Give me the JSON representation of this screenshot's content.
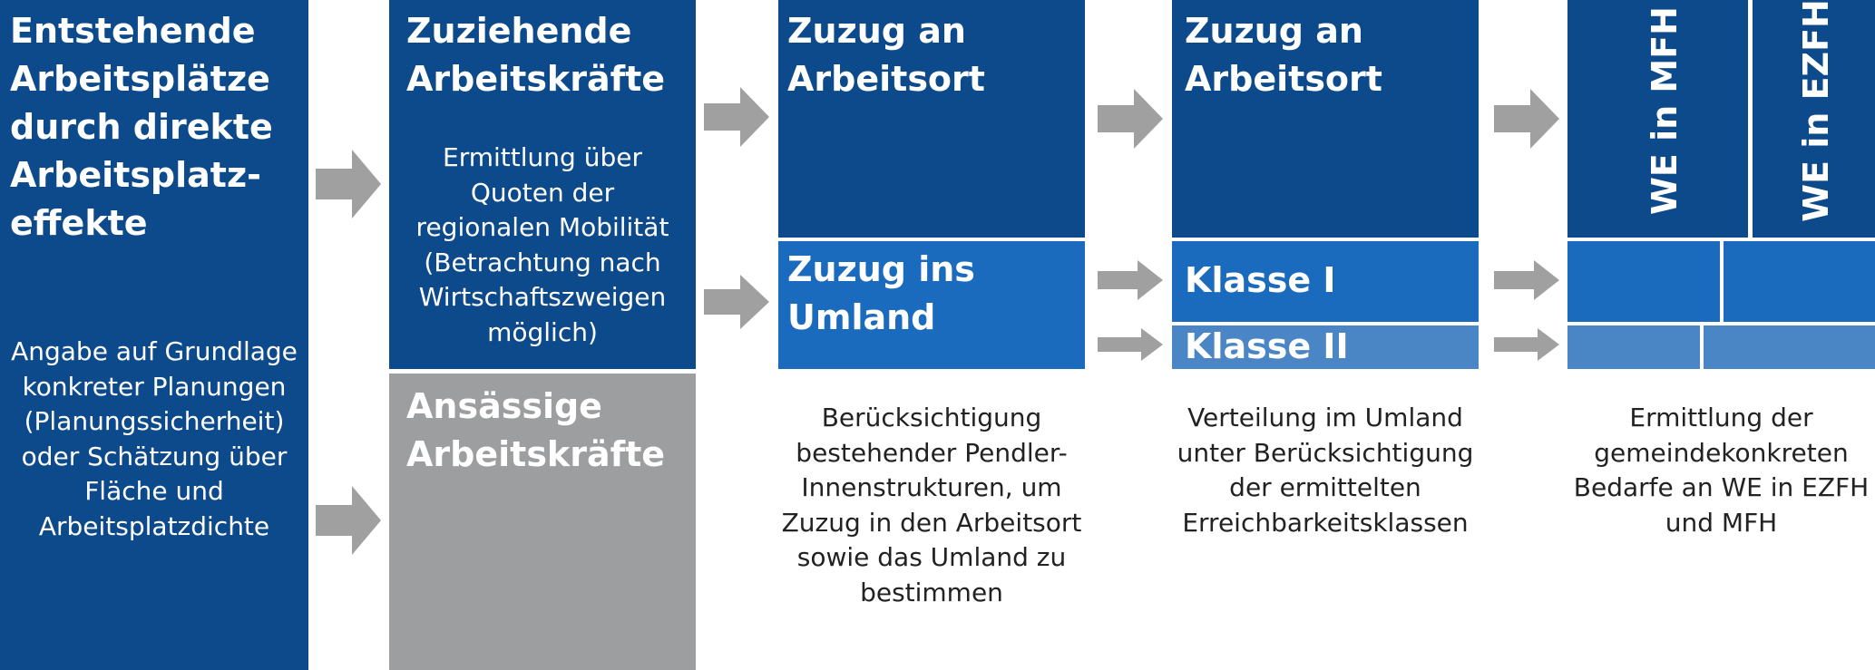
{
  "col1": {
    "title": "Entstehende\nArbeitsplätze\ndurch direkte\nArbeitsplatz-\neffekte",
    "body": "Angabe auf Grundlage\nkonkreter Planungen\n(Planungssicherheit)\noder Schätzung über\nFläche und\nArbeitsplatzdichte"
  },
  "col2": {
    "top_title": "Zuziehende\nArbeitskräfte",
    "top_body": "Ermittlung über\nQuoten der\nregionalen Mobilität\n(Betrachtung nach\nWirtschaftszweigen\nmöglich)",
    "bottom_title": "Ansässige\nArbeitskräfte"
  },
  "col3": {
    "top_title": "Zuzug an\nArbeitsort",
    "bottom_title": "Zuzug ins\nUmland",
    "desc": "Berücksichtigung\nbestehender Pendler-\nInnenstrukturen, um\nZuzug in den Arbeitsort\nsowie das Umland zu\nbestimmen"
  },
  "col4": {
    "top_title": "Zuzug an\nArbeitsort",
    "class1": "Klasse I",
    "class2": "Klasse II",
    "desc": "Verteilung im Umland\nunter Berücksichtigung\nder ermittelten\nErreichbarkeitsklassen"
  },
  "col5": {
    "mfh": "WE in MFH",
    "ezfh": "WE in EZFH",
    "desc": "Ermittlung der\ngemeindekonkreten\nBedarfe an WE in EZFH\nund MFH"
  },
  "colors": {
    "dark_blue": "#0c4a8c",
    "mid_blue": "#1a6bbd",
    "light_blue": "#4a86c5",
    "grey": "#9d9e9f",
    "arrow": "#a0a0a0"
  }
}
